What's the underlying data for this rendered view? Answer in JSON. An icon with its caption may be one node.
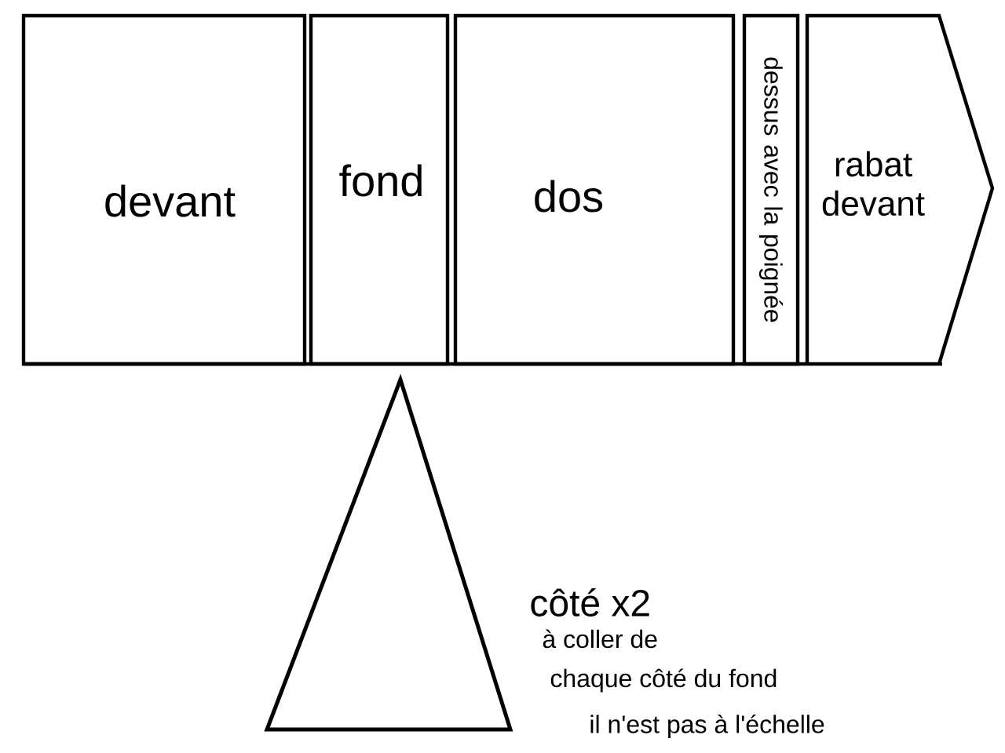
{
  "diagram": {
    "nodes": [
      {
        "text": [
          "devant"
        ]
      },
      {
        "text": [
          "fond"
        ]
      },
      {
        "text": [
          "dos"
        ]
      },
      {
        "text": [
          "dessus avec la poignée"
        ]
      },
      {
        "text": [
          "rabat devant"
        ]
      },
      {
        "text": [],
        "shape": "triangle",
        "beside": [
          "côté x2",
          "à coller de chaque côté du fond",
          "il n'est pas à l'échelle"
        ]
      }
    ]
  }
}
